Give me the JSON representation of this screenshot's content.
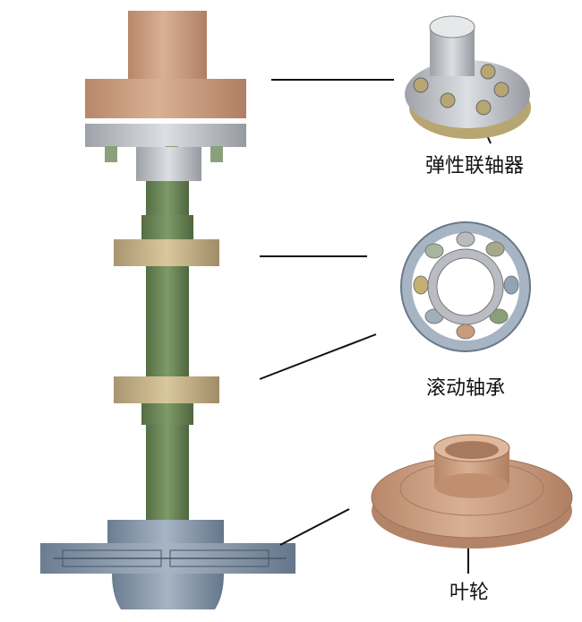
{
  "labels": {
    "coupling": "弹性联轴器",
    "bearing": "滚动轴承",
    "impeller": "叶轮"
  },
  "colors": {
    "copper": "#c99b7b",
    "shaft_green": "#6f8a5a",
    "bearing_tan": "#c7b48a",
    "steel_gray": "#b9bcc2",
    "blue_gray": "#7d8ea3"
  }
}
